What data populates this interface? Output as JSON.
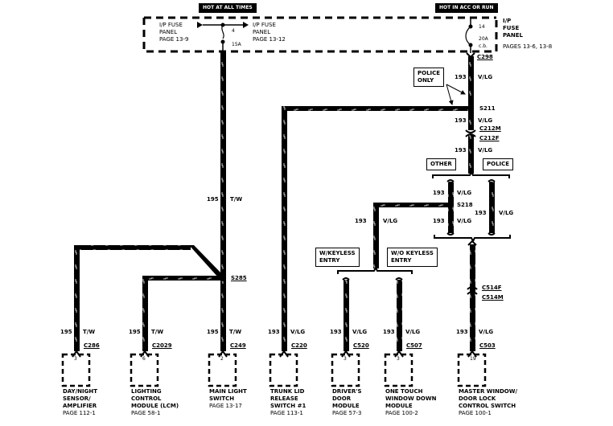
{
  "headers": {
    "hot_at_all_times": "HOT AT ALL TIMES",
    "hot_in_acc_or_run": "HOT IN ACC OR RUN"
  },
  "fuse_panel_left": {
    "source_label": [
      "I/P FUSE",
      "PANEL",
      "PAGE 13-9"
    ],
    "dest_label": [
      "I/P FUSE",
      "PANEL",
      "PAGE 13-12"
    ],
    "fuse_number": "4",
    "fuse_rating": "15A"
  },
  "fuse_panel_right": {
    "fuse_number": "14",
    "fuse_rating": "20A",
    "fuse_type": "c.b.",
    "label": [
      "I/P",
      "FUSE",
      "PANEL"
    ],
    "pages": "PAGES 13-6, 13-8"
  },
  "connectors": {
    "c298": "C298",
    "c212m": "C212M",
    "c212f": "C212F",
    "c514f": "C514F",
    "c514m": "C514M"
  },
  "splices": {
    "s211": "S211",
    "s218": "S218",
    "s285": "S285"
  },
  "wires": {
    "circuit_195": "195",
    "color_195": "T/W",
    "circuit_193": "193",
    "color_193": "V/LG"
  },
  "option_boxes": {
    "police_only": [
      "POLICE",
      "ONLY"
    ],
    "other": "OTHER",
    "police": "POLICE",
    "with_keyless": [
      "W/KEYLESS",
      "ENTRY"
    ],
    "without_keyless": [
      "W/O KEYLESS",
      "ENTRY"
    ]
  },
  "components": [
    {
      "connector": "C286",
      "pin": "3",
      "name": [
        "DAY/NIGHT",
        "SENSOR/",
        "AMPLIFIER"
      ],
      "page": "PAGE 112-1",
      "circuit": "195",
      "color": "T/W"
    },
    {
      "connector": "C2029",
      "pin": "6",
      "name": [
        "LIGHTING",
        "CONTROL",
        "MODULE (LCM)"
      ],
      "page": "PAGE 58-1",
      "circuit": "195",
      "color": "T/W"
    },
    {
      "connector": "C249",
      "pin": "2",
      "name": [
        "MAIN LIGHT",
        "SWITCH"
      ],
      "page": "PAGE 13-17",
      "circuit": "195",
      "color": "T/W"
    },
    {
      "connector": "C220",
      "pin": "",
      "name": [
        "TRUNK LID",
        "RELEASE",
        "SWITCH #1"
      ],
      "page": "PAGE 113-1",
      "circuit": "193",
      "color": "V/LG"
    },
    {
      "connector": "C520",
      "pin": "3",
      "name": [
        "DRIVER'S",
        "DOOR",
        "MODULE"
      ],
      "page": "PAGE 57-3",
      "circuit": "193",
      "color": "V/LG"
    },
    {
      "connector": "C507",
      "pin": "3",
      "name": [
        "ONE TOUCH",
        "WINDOW DOWN",
        "MODULE"
      ],
      "page": "PAGE 100-2",
      "circuit": "193",
      "color": "V/LG"
    },
    {
      "connector": "C503",
      "pin": "19",
      "name": [
        "MASTER WINDOW/",
        "DOOR LOCK",
        "CONTROL SWITCH"
      ],
      "page": "PAGE 100-1",
      "circuit": "193",
      "color": "V/LG"
    }
  ]
}
